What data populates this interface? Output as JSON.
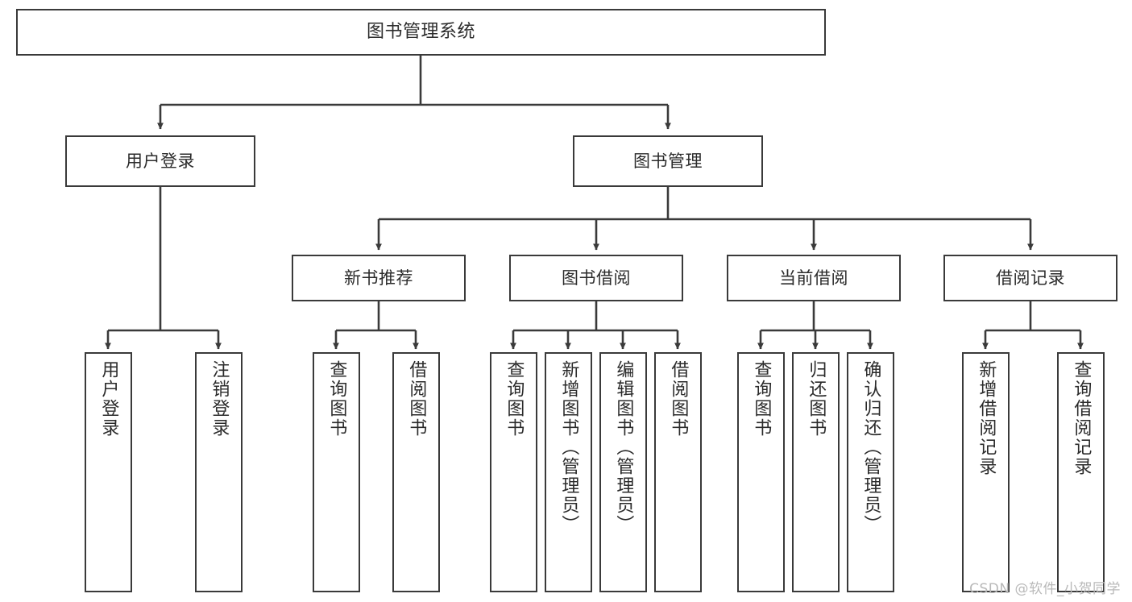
{
  "diagram": {
    "title": "图书管理系统",
    "watermark": "CSDN @软件_小贺同学",
    "stroke_color": "#3a3a3a",
    "text_color": "#2b2b2b",
    "background_color": "#ffffff",
    "nodes": {
      "root": "图书管理系统",
      "level2": {
        "user_login": "用户登录",
        "book_management": "图书管理"
      },
      "level3": {
        "new_book_recommend": "新书推荐",
        "book_borrow": "图书借阅",
        "current_borrow": "当前借阅",
        "borrow_record": "借阅记录"
      },
      "leaves": {
        "user_login_1": "用户登录",
        "user_login_2": "注销登录",
        "recommend_1": "查询图书",
        "recommend_2": "借阅图书",
        "borrow_1": "查询图书",
        "borrow_2": "新增图书（管理员）",
        "borrow_3": "编辑图书（管理员）",
        "borrow_4": "借阅图书",
        "current_1": "查询图书",
        "current_2": "归还图书",
        "current_3": "确认归还（管理员）",
        "record_1": "新增借阅记录",
        "record_2": "查询借阅记录"
      }
    }
  }
}
